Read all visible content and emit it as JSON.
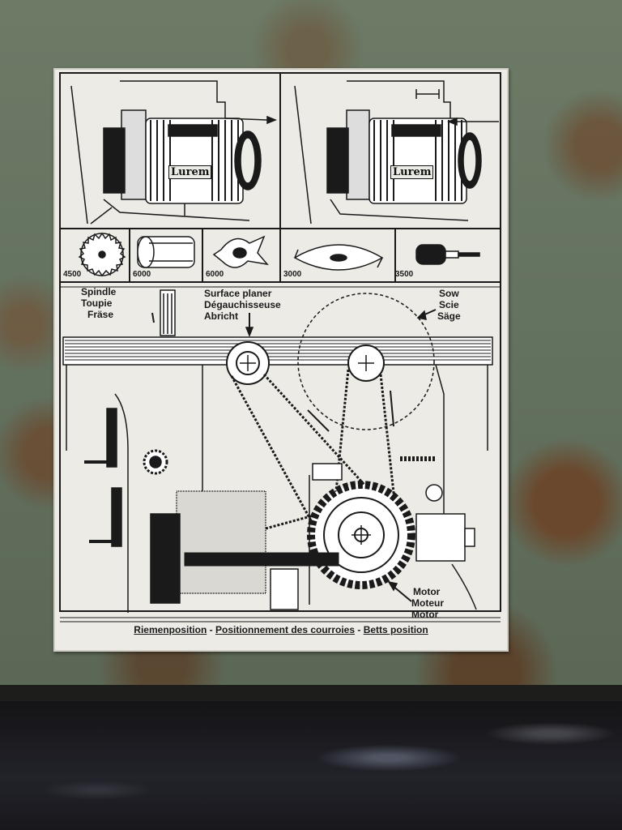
{
  "plate": {
    "brand": "Lurem",
    "tools": [
      {
        "speed": "4500"
      },
      {
        "speed": "6000"
      },
      {
        "speed": "6000"
      },
      {
        "speed": "3000"
      },
      {
        "speed": "3500"
      }
    ],
    "labels": {
      "spindle": [
        "Spindle",
        "Toupie",
        "Fräse"
      ],
      "surface_planer": [
        "Surface planer",
        "Dégauchisseuse",
        "Abricht"
      ],
      "saw": [
        "Sow",
        "Scie",
        "Säge"
      ],
      "motor": [
        "Motor",
        "Moteur",
        "Motor"
      ]
    },
    "caption": {
      "de": "Riemenposition",
      "sep1": " - ",
      "fr": "Positionnement des courroies",
      "sep2": " - ",
      "en": "Betts position"
    }
  }
}
